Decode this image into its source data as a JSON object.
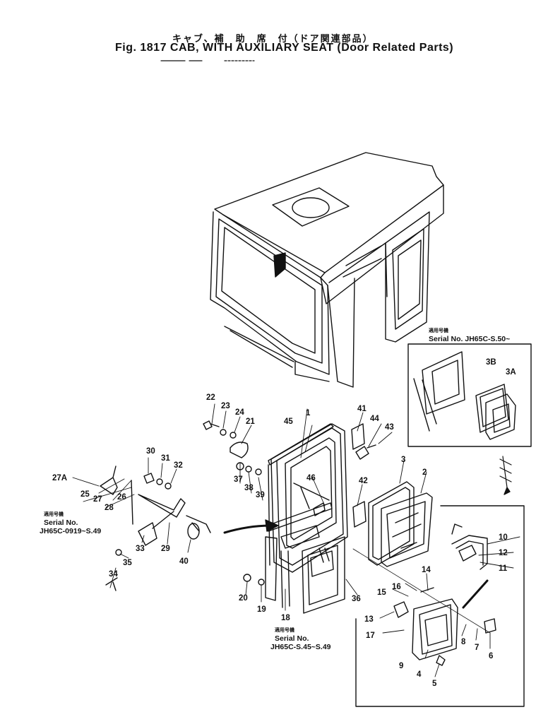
{
  "title": {
    "japanese": "キャブ、補　助　席　付（ドア関連部品）",
    "english": "Fig. 1817  CAB, WITH AUXILIARY SEAT (Door Related Parts)"
  },
  "serial_notes": {
    "upper_right": {
      "jp": "適用号機",
      "text": "Serial No. JH65C-S.50~"
    },
    "left": {
      "jp": "適用号機",
      "label": "Serial No.",
      "range": "JH65C-0919~S.49"
    },
    "bottom": {
      "jp": "適用号機",
      "label": "Serial No.",
      "range": "JH65C-S.45~S.49"
    }
  },
  "callouts": [
    "1",
    "2",
    "3",
    "3A",
    "3B",
    "5",
    "4",
    "6",
    "7",
    "8",
    "9",
    "10",
    "11",
    "12",
    "13",
    "14",
    "15",
    "16",
    "17",
    "18",
    "19",
    "20",
    "21",
    "22",
    "23",
    "24",
    "25",
    "26",
    "27",
    "27A",
    "28",
    "29",
    "30",
    "31",
    "32",
    "33",
    "34",
    "35",
    "36",
    "37",
    "38",
    "39",
    "40",
    "41",
    "42",
    "43",
    "44",
    "45",
    "46"
  ]
}
